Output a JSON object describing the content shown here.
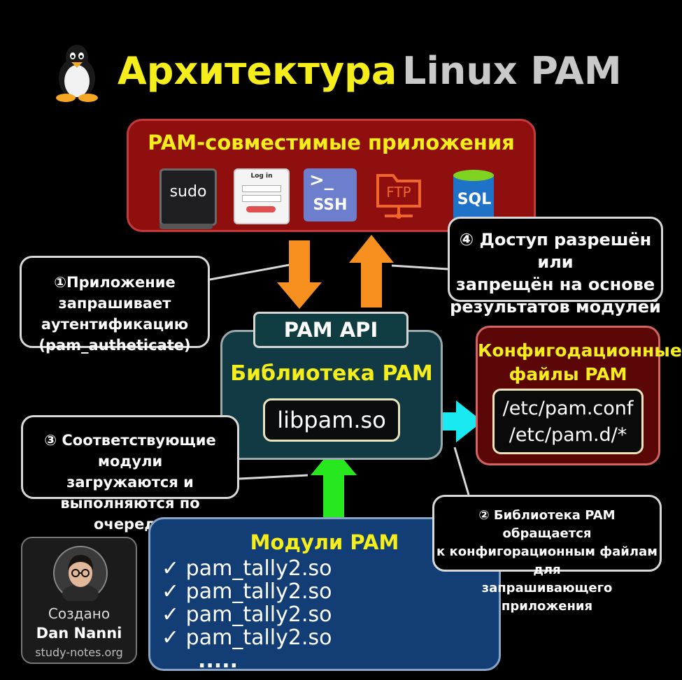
{
  "title": {
    "part1": "Архитектура",
    "part2": "Linux PAM"
  },
  "apps_box": {
    "header": "PAM-совместимые приложения",
    "icons": [
      {
        "name": "sudo-terminal-icon",
        "label": "sudo"
      },
      {
        "name": "login-form-icon",
        "label": "Log in"
      },
      {
        "name": "ssh-icon",
        "label": "SSH"
      },
      {
        "name": "ftp-icon",
        "label": "FTP"
      },
      {
        "name": "sql-database-icon",
        "label": "SQL"
      }
    ]
  },
  "callouts": {
    "step1": [
      "①Приложение запрашивает",
      "аутентификацию",
      "(pam_autheticate)"
    ],
    "step4": [
      "④ Доступ разрешён или",
      "запрещён на основе",
      "результатов модулей"
    ],
    "step3": [
      "③ Соответствующие модули",
      "загружаются и",
      "выполняются по очереди"
    ],
    "step2": [
      "② Библиотека PAM обращается",
      "к конфигорационным файлам для",
      "запрашивающего приложения"
    ]
  },
  "pam_api": "PAM API",
  "library": {
    "header": "Библиотека PAM",
    "file": "libpam.so"
  },
  "config": {
    "header_line1": "Конфигодационные",
    "header_line2": "файлы PAM",
    "file1": "/etc/pam.conf",
    "file2": "/etc/pam.d/*"
  },
  "modules": {
    "header": "Модули PAM",
    "items": [
      "✓ pam_tally2.so",
      "✓ pam_tally2.so",
      "✓ pam_tally2.so",
      "✓ pam_tally2.so"
    ],
    "more": "....."
  },
  "author": {
    "created_label": "Создано",
    "name": "Dan Nanni",
    "site": "study-notes.org"
  },
  "colors": {
    "yellow": "#f6ee1a",
    "orange": "#f7901e",
    "cyan": "#19e9f0",
    "green": "#27e81f",
    "red_box": "#8f0e0e",
    "teal_box": "#123a44",
    "blue_box": "#123e75"
  }
}
